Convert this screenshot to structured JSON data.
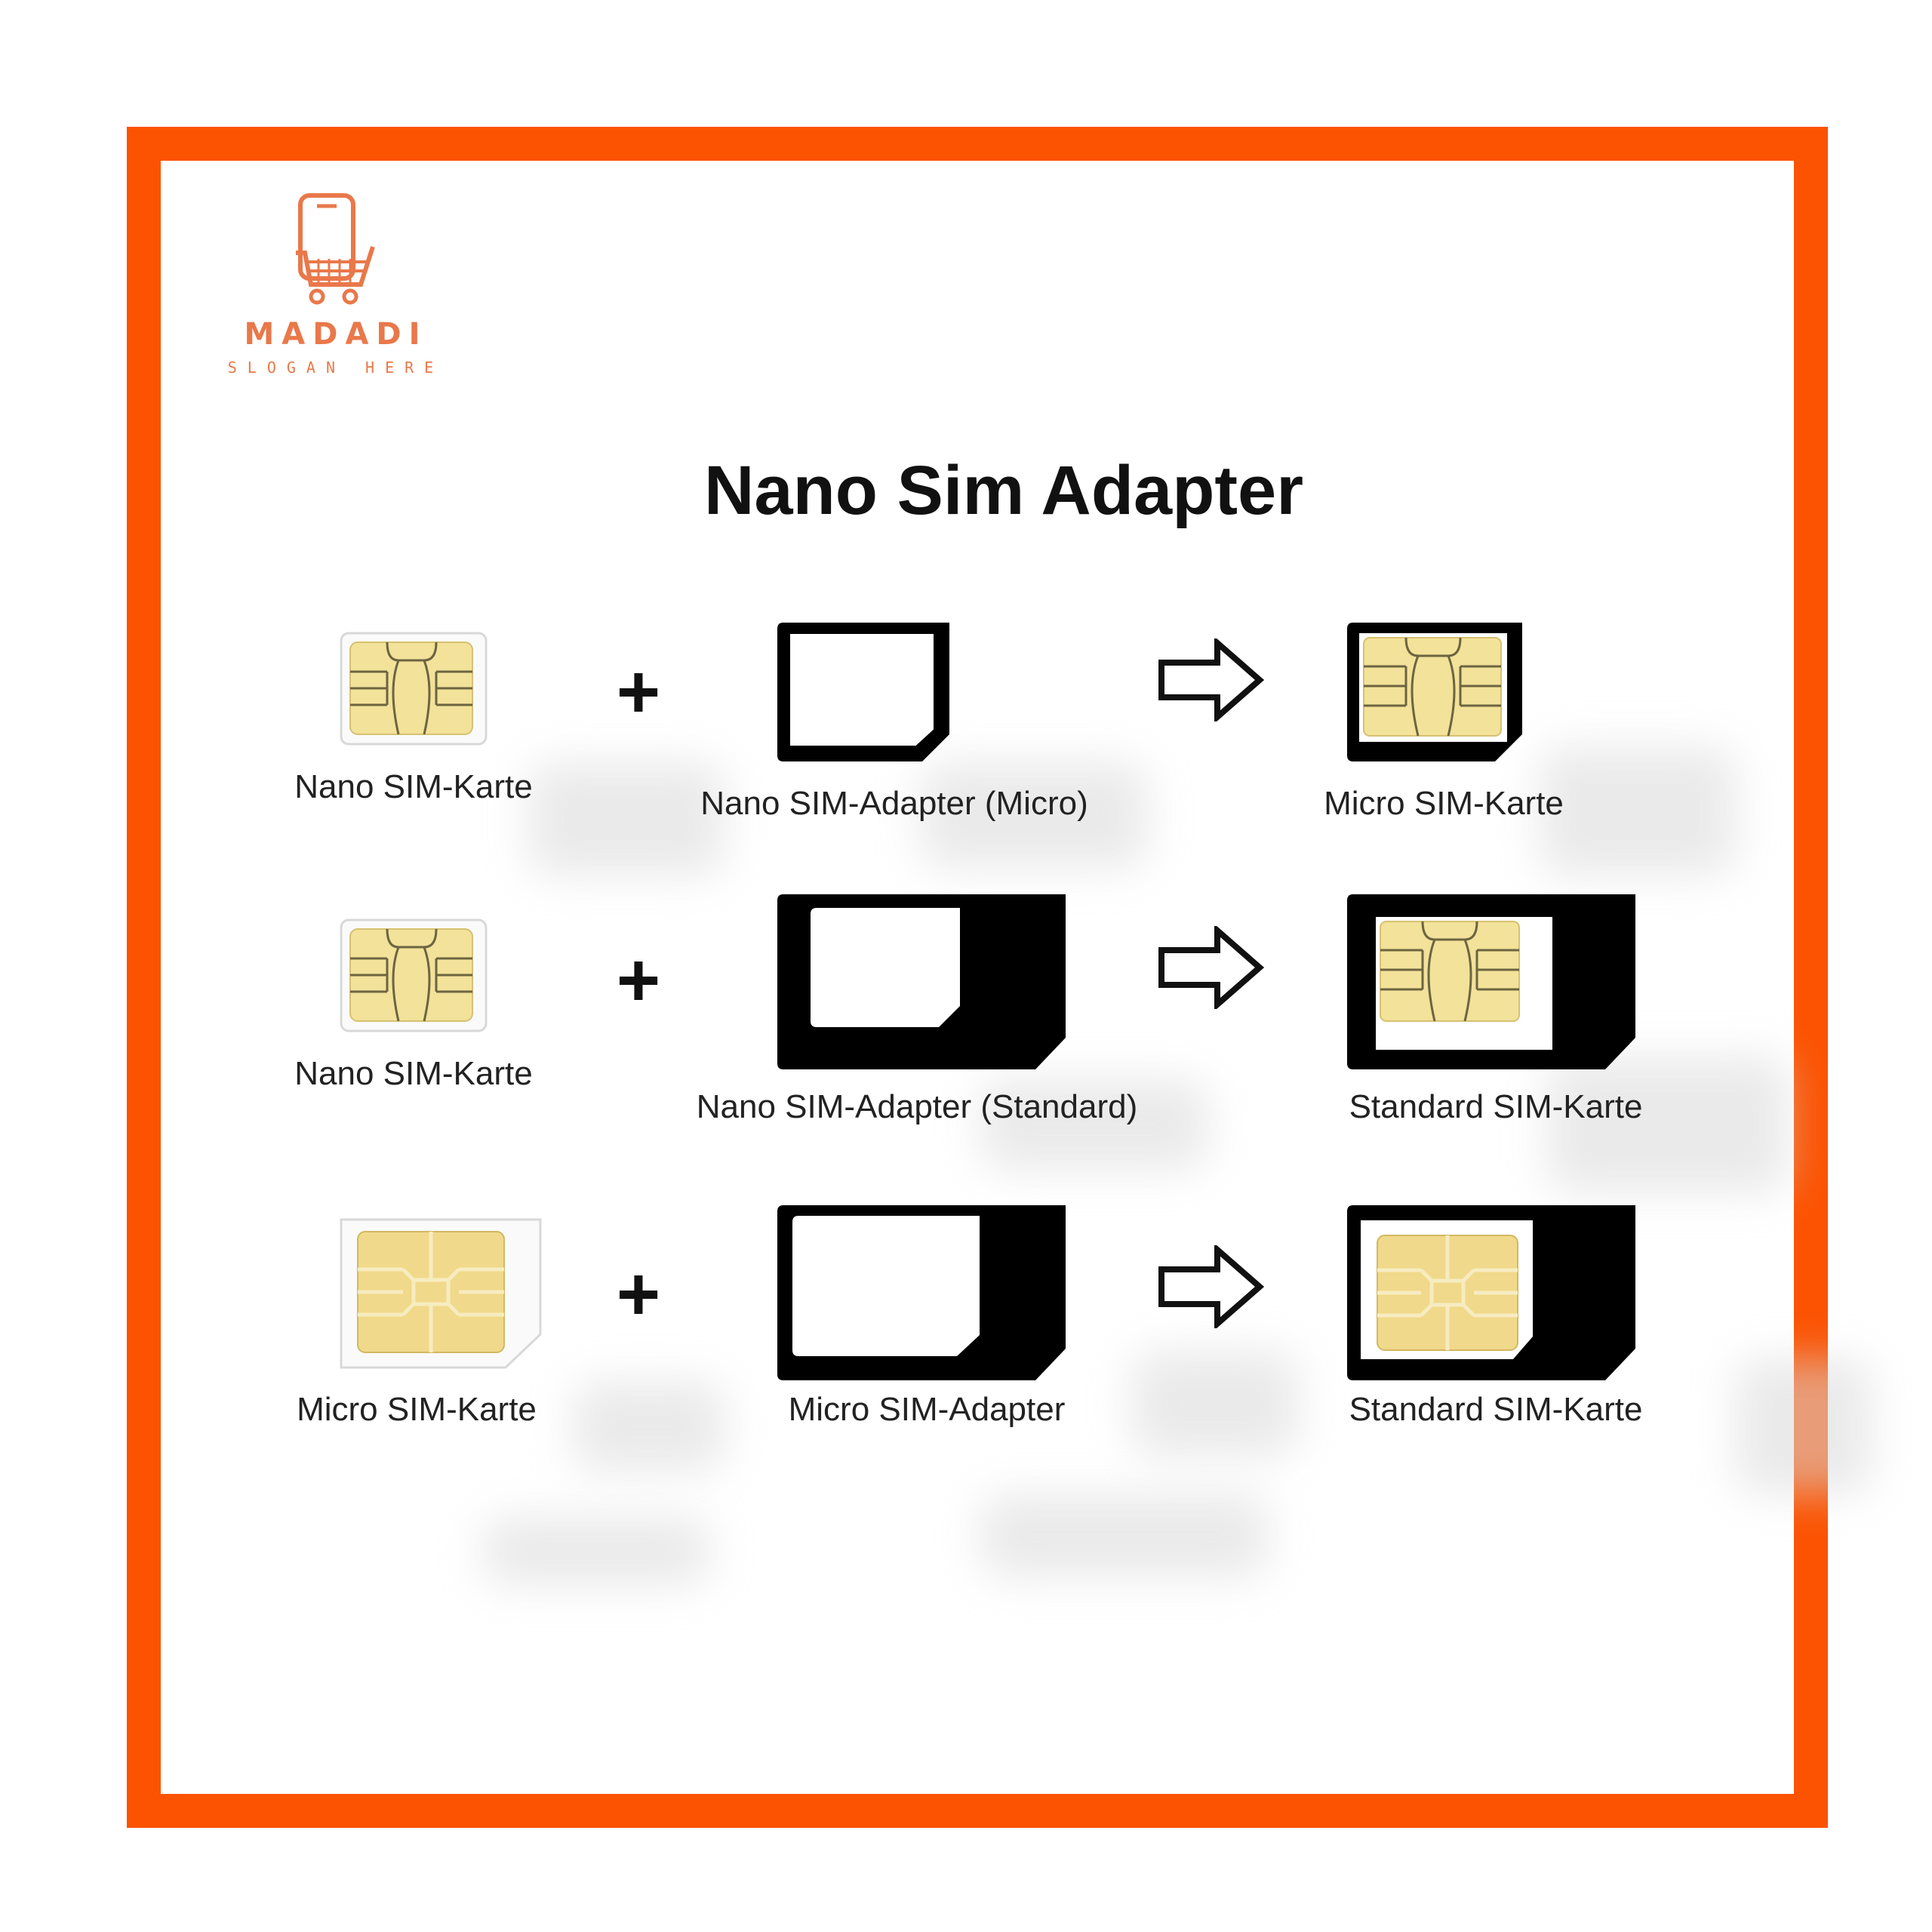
{
  "brand": {
    "name": "MADADI",
    "slogan": "SLOGAN HERE",
    "icon": "phone-cart-icon",
    "color": "#e9784a"
  },
  "title": "Nano Sim Adapter",
  "frame_color": "#fb5302",
  "chip_color": "#f2e29a",
  "rows": [
    {
      "card": "Nano SIM-Karte",
      "adapter": "Nano SIM-Adapter (Micro)",
      "result": "Micro SIM-Karte"
    },
    {
      "card": "Nano SIM-Karte",
      "adapter": "Nano SIM-Adapter (Standard)",
      "result": "Standard SIM-Karte"
    },
    {
      "card": "Micro SIM-Karte",
      "adapter": "Micro SIM-Adapter",
      "result": "Standard SIM-Karte"
    }
  ]
}
